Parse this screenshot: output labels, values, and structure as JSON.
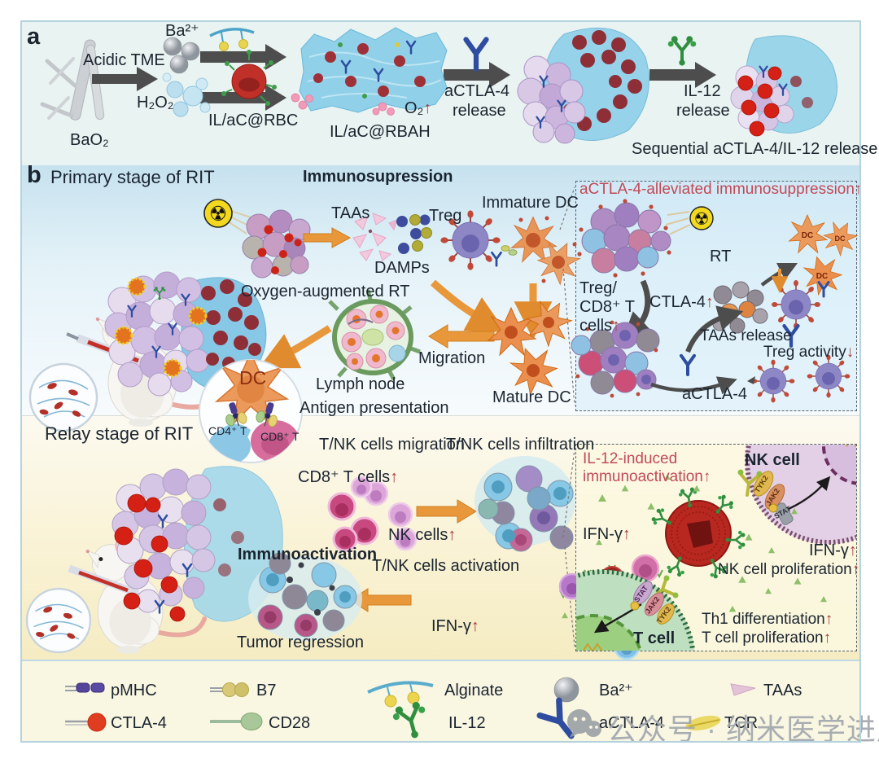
{
  "panel_a": {
    "label": "a",
    "bao2": "BaO₂",
    "acidic_tme": "Acidic TME",
    "ba_ion": "Ba²⁺",
    "h2o2": "H₂O₂",
    "il_ac_rbc": "IL/aC@RBC",
    "il_ac_rbah": "IL/aC@RBAH",
    "o2": "O₂",
    "o2_arrow": "↑",
    "actla4_release_1": "aCTLA-4",
    "actla4_release_2": "release",
    "il12_release_1": "IL-12",
    "il12_release_2": "release",
    "sequential": "Sequential aCTLA-4/IL-12 release"
  },
  "primary": {
    "label": "b",
    "title": "Primary stage of RIT",
    "immunosuppression": "Immunosupression",
    "taas": "TAAs",
    "damps": "DAMPs",
    "treg": "Treg",
    "immature_dc": "Immature DC",
    "oxygen_rt": "Oxygen-augmented RT",
    "migration": "Migration",
    "mature_dc": "Mature DC",
    "lymph_node": "Lymph node",
    "antigen_presentation": "Antigen presentation",
    "dc": "DC",
    "cd4_t": "CD4⁺ T",
    "cd8_t": "CD8⁺ T"
  },
  "inset_primary": {
    "title": "aCTLA-4-alleviated immunosuppression↑",
    "rt": "RT",
    "treg_line1": "Treg/",
    "treg_line2": "CD8⁺ T",
    "treg_line3": "cells",
    "treg_line3_arrow": "↑",
    "ctla4": "CTLA-4",
    "ctla4_arrow": "↑",
    "taas_release": "TAAs release",
    "treg_activity": "Treg activity",
    "treg_activity_arrow": "↓",
    "actla4": "aCTLA-4",
    "dc1": "DC",
    "dc2": "DC",
    "dc3": "DC"
  },
  "relay": {
    "title": "Relay stage of RIT",
    "tnk_migration": "T/NK cells migration",
    "tnk_infiltration": "T/NK cells infiltration",
    "cd8_cells": "CD8⁺ T cells",
    "cd8_cells_arrow": "↑",
    "nk_cells": "NK cells",
    "nk_cells_arrow": "↑",
    "immunoactivation": "Immunoactivation",
    "tnk_activation": "T/NK cells activation",
    "ifn": "IFN-γ",
    "ifn_arrow": "↑",
    "tumor_regression": "Tumor regression"
  },
  "inset_relay": {
    "title_line1": "IL-12-induced",
    "title_line2": "immunoactivation↑",
    "nk_cell": "NK cell",
    "ifn_left": "IFN-γ",
    "ifn_left_arrow": "↑",
    "ifn_right": "IFN-γ",
    "ifn_right_arrow": "↑",
    "nk_proliferation": "NK cell proliferation",
    "nk_proliferation_arrow": "↑",
    "th1": "Th1 differentiation",
    "th1_arrow": "↑",
    "t_proliferation": "T cell proliferation",
    "t_proliferation_arrow": "↑",
    "t_cell": "T cell",
    "nk_receptors": {
      "tyk2": "TYK2",
      "jak2": "JAK2",
      "stat": "STAT"
    },
    "t_receptors": {
      "stat": "STAT",
      "jak2": "JAK2",
      "tyk2": "TYK2"
    }
  },
  "legend": {
    "row1": [
      {
        "name": "pMHC"
      },
      {
        "name": "B7"
      },
      {
        "name": "Alginate"
      },
      {
        "name": "Ba²⁺"
      },
      {
        "name": "TAAs"
      }
    ],
    "row2": [
      {
        "name": "CTLA-4"
      },
      {
        "name": "CD28"
      },
      {
        "name": "IL-12"
      },
      {
        "name": "aCTLA-4"
      },
      {
        "name": "TCR"
      }
    ]
  },
  "watermark": {
    "text": "公众号 · 纳米医学进展"
  },
  "icons": {
    "radiation": "☢"
  },
  "colors": {
    "accent_red": "#c24a57",
    "arrow_orange": "#e8973a",
    "arrow_gray": "#4d4d4d"
  }
}
